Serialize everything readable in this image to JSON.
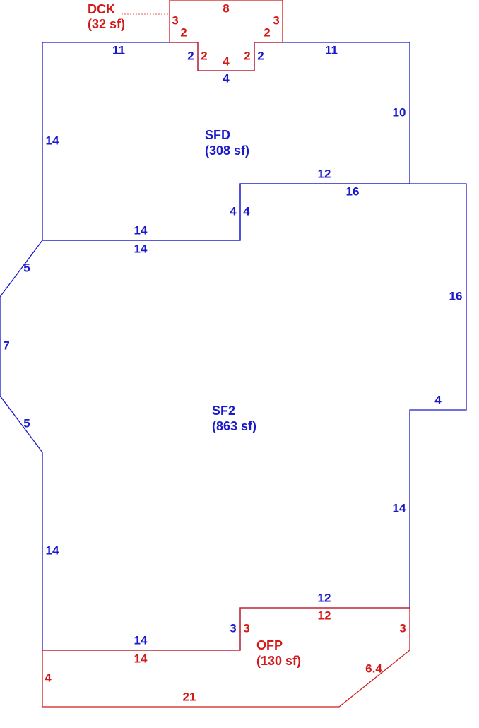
{
  "areas": {
    "sfd": {
      "name": "SFD",
      "area": "(308 sf)"
    },
    "sf2": {
      "name": "SF2",
      "area": "(863 sf)"
    },
    "dck": {
      "name": "DCK",
      "area": "(32 sf)"
    },
    "ofp": {
      "name": "OFP",
      "area": "(130 sf)"
    }
  },
  "dims": {
    "dck_top": "8",
    "dck_left_3": "3",
    "dck_left_2": "2",
    "dck_right_2": "2",
    "dck_right_3": "3",
    "dck_inner_left_2": "2",
    "dck_inner_right_2": "2",
    "dck_bottom_4": "4",
    "sfd_notch_left_2": "2",
    "sfd_notch_right_2": "2",
    "sfd_notch_bottom_4": "4",
    "sfd_top_left_11": "11",
    "sfd_top_right_11": "11",
    "sfd_right_10": "10",
    "sfd_left_14": "14",
    "sfd_step_12": "12",
    "sfd_step_4": "4",
    "sfd_bottom_14": "14",
    "sf2_top_16": "16",
    "sf2_step_4": "4",
    "sf2_top_14": "14",
    "sf2_diag_upper_5": "5",
    "sf2_left_7": "7",
    "sf2_diag_lower_5": "5",
    "sf2_right_16": "16",
    "sf2_jog_4": "4",
    "sf2_right_14": "14",
    "sf2_left_14": "14",
    "sf2_bottom_right_12": "12",
    "sf2_bottom_step_3": "3",
    "sf2_bottom_left_14": "14",
    "ofp_top_12": "12",
    "ofp_step_3": "3",
    "ofp_right_3": "3",
    "ofp_top_14": "14",
    "ofp_left_4": "4",
    "ofp_diag_6_4": "6.4",
    "ofp_bottom_21": "21"
  },
  "colors": {
    "living_area": "#1a1acc",
    "attachment": "#d21a1a"
  }
}
